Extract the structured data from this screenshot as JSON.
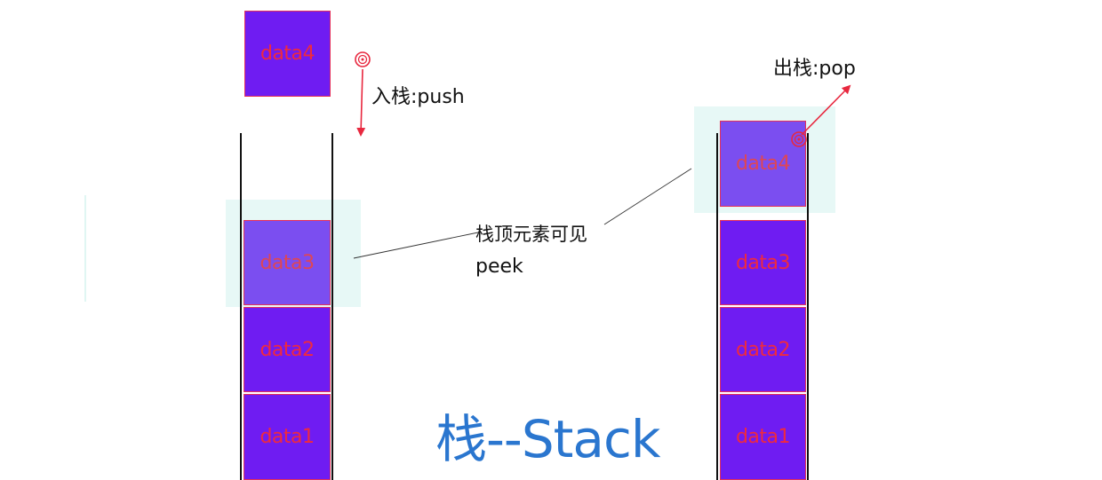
{
  "diagram": {
    "title": "栈--Stack",
    "colors": {
      "box_fill": "#6f1cf2",
      "box_fill_top": "#7b4ef0",
      "box_border": "#e4305a",
      "box_label": "#ef2a3e",
      "highlight": "#e7f8f6",
      "arrow": "#e8283f",
      "title": "#2a76cf",
      "wall": "#111111"
    },
    "left_stack": {
      "incoming": {
        "label": "data4",
        "icon": "target-circle-icon"
      },
      "items": [
        {
          "label": "data3",
          "top": true
        },
        {
          "label": "data2",
          "top": false
        },
        {
          "label": "data1",
          "top": false
        }
      ],
      "operation": "入栈:push"
    },
    "right_stack": {
      "items": [
        {
          "label": "data4",
          "top": true
        },
        {
          "label": "data3",
          "top": false
        },
        {
          "label": "data2",
          "top": false
        },
        {
          "label": "data1",
          "top": false
        }
      ],
      "operation": "出栈:pop",
      "icon": "target-circle-icon"
    },
    "peek": {
      "caption": "栈顶元素可见",
      "operation": "peek"
    }
  }
}
